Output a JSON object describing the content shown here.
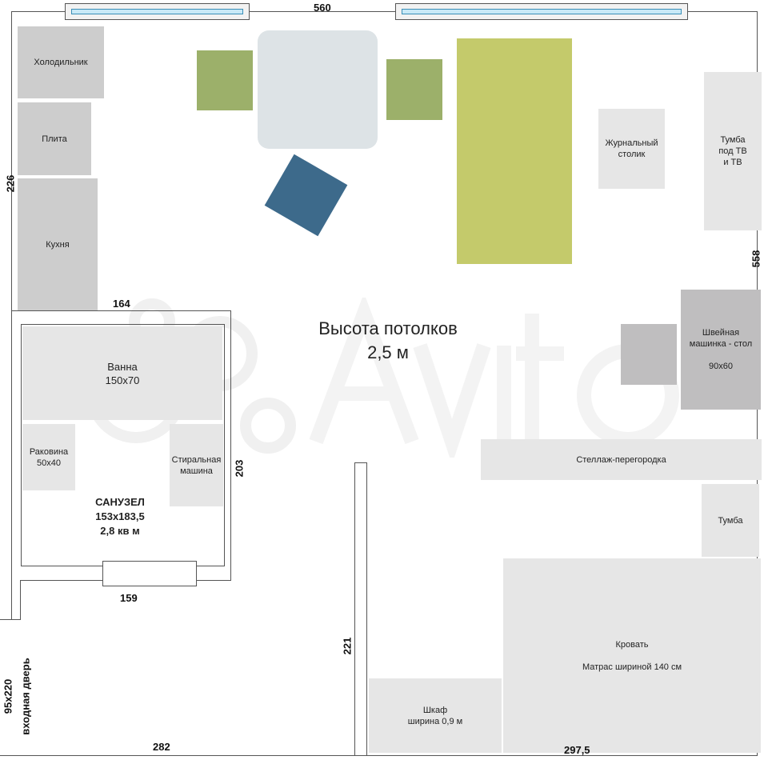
{
  "dimensions": {
    "top_width": "560",
    "left_height": "226",
    "right_height": "558",
    "kitchen_width": "164",
    "bath_height": "203",
    "bath_width": "159",
    "partition_height": "221",
    "bottom_left": "282",
    "bottom_right": "297,5",
    "door_size": "95x220",
    "door_label": "входная дверь"
  },
  "ceiling": {
    "title": "Высота потолков",
    "value": "2,5 м"
  },
  "kitchen": {
    "fridge": "Холодильник",
    "stove": "Плита",
    "kitchen": "Кухня"
  },
  "living": {
    "coffee_table": "Журнальный\nстолик",
    "tv_stand": "Тумба\nпод ТВ\nи ТВ",
    "sewing": "Швейная\nмашинка - стол\n\n90x60",
    "shelf": "Стеллаж-перегородка",
    "nightstand": "Тумба"
  },
  "bathroom": {
    "bath": "Ванна\n150x70",
    "sink": "Раковина\n50x40",
    "washer": "Стиральная\nмашина",
    "title": "САНУЗЕЛ",
    "size": "153x183,5",
    "area": "2,8 кв м"
  },
  "bedroom": {
    "bed": "Кровать\n\nМатрас шириной 140 см",
    "wardrobe": "Шкаф\nширина 0,9 м"
  },
  "colors": {
    "chair_green": "#9cb06a",
    "table_gray": "#dde3e6",
    "pouf_blue": "#3d6a8b",
    "sofa_lime": "#c4ca6b",
    "furniture_gray": "#cdcdcd",
    "furniture_light": "#e6e6e6"
  }
}
